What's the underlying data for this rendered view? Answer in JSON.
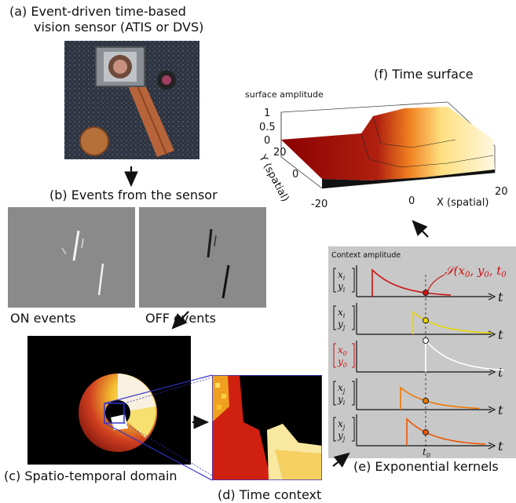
{
  "labels": {
    "a_line1": "(a) Event-driven time-based",
    "a_line2": "vision sensor (ATIS or DVS)",
    "b": "(b) Events from the sensor",
    "on": "ON events",
    "off": "OFF events",
    "c": "(c) Spatio-temporal domain",
    "d": "(d) Time context",
    "e": "(e) Exponential kernels",
    "f": "(f) Time surface"
  },
  "time_surface": {
    "zlabel": "surface amplitude",
    "z_ticks": [
      "1",
      "0.5",
      "0"
    ],
    "y_ticks": [
      "20",
      "0",
      "-20"
    ],
    "x_ticks": [
      "0",
      "20"
    ],
    "ylabel": "Y (spatial)",
    "xlabel": "X (spatial)"
  },
  "kernels": {
    "ylabel": "Context amplitude",
    "S_label": "S(x0, y0, t0",
    "t": "t",
    "t0": "t0",
    "rows": [
      {
        "top": "x",
        "top_sub": "i",
        "bot": "y",
        "bot_sub": "i",
        "color": "#cc1111"
      },
      {
        "top": "x",
        "top_sub": "i",
        "bot": "y",
        "bot_sub": "j",
        "color": "#e8d400"
      },
      {
        "top": "x",
        "top_sub": "0",
        "bot": "y",
        "bot_sub": "0",
        "color": "#ffffff"
      },
      {
        "top": "x",
        "top_sub": "j",
        "bot": "y",
        "bot_sub": "i",
        "color": "#ee7700"
      },
      {
        "top": "x",
        "top_sub": "j",
        "bot": "y",
        "bot_sub": "j",
        "color": "#ee5500"
      }
    ]
  },
  "colors": {
    "kernel_bg": "#c8c8c8",
    "highlight_red": "#cc1111",
    "zoom_box": "#3333cc"
  }
}
